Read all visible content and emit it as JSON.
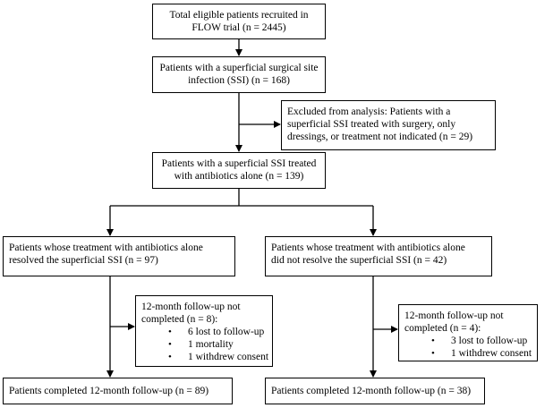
{
  "boxes": {
    "recruited": {
      "lines": [
        "Total eligible patients recruited in",
        "FLOW trial (n = 2445)"
      ]
    },
    "ssi": {
      "lines": [
        "Patients with a superficial surgical site",
        "infection (SSI) (n = 168)"
      ]
    },
    "excluded": {
      "lines": [
        "Excluded from analysis: Patients with a",
        "superficial SSI treated with surgery, only",
        "dressings, or treatment not indicated (n = 29)"
      ]
    },
    "antibiotics": {
      "lines": [
        "Patients with a superficial SSI treated",
        "with antibiotics alone (n = 139)"
      ]
    },
    "resolved": {
      "lines": [
        "Patients whose treatment with antibiotics alone",
        "resolved the superficial SSI (n = 97)"
      ]
    },
    "not_resolved": {
      "lines": [
        "Patients whose treatment with antibiotics alone",
        "did not resolve the superficial SSI (n = 42)"
      ]
    },
    "followup_left": {
      "lines": [
        "12-month follow-up not",
        "completed (n = 8):"
      ],
      "bullets": [
        "6 lost to follow-up",
        "1 mortality",
        "1 withdrew consent"
      ]
    },
    "followup_right": {
      "lines": [
        "12-month follow-up not",
        "completed (n = 4):"
      ],
      "bullets": [
        "3 lost to follow-up",
        "1 withdrew consent"
      ]
    },
    "completed_left": {
      "lines": [
        "Patients completed 12-month follow-up (n = 89)"
      ]
    },
    "completed_right": {
      "lines": [
        "Patients completed 12-month follow-up (n = 38)"
      ]
    }
  }
}
